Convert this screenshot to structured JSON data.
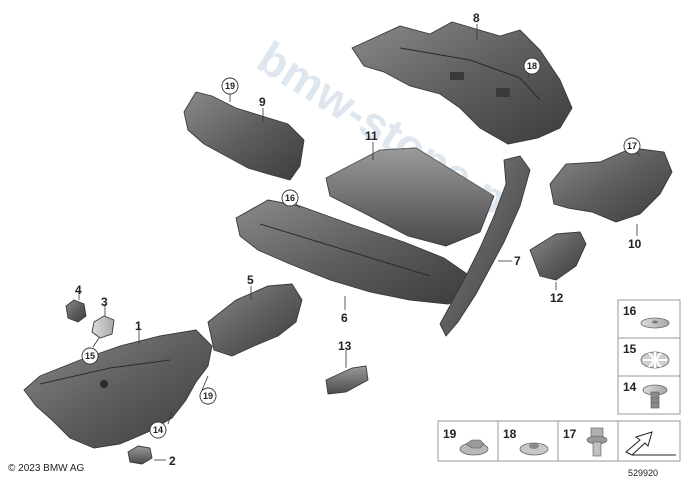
{
  "watermark": "bmw-stone.pl",
  "copyright": "© 2023 BMW AG",
  "diagram_code": "529920",
  "callouts": {
    "c1": "1",
    "c2": "2",
    "c3": "3",
    "c4": "4",
    "c5": "5",
    "c6": "6",
    "c7": "7",
    "c8": "8",
    "c9": "9",
    "c10": "10",
    "c11": "11",
    "c12": "12",
    "c13": "13"
  },
  "circled": {
    "c14": "14",
    "c15": "15",
    "c16": "16",
    "c17": "17",
    "c18": "18",
    "c19": "19"
  },
  "legend": {
    "l16": "16",
    "l15": "15",
    "l14": "14",
    "l19": "19",
    "l18": "18",
    "l17": "17"
  }
}
